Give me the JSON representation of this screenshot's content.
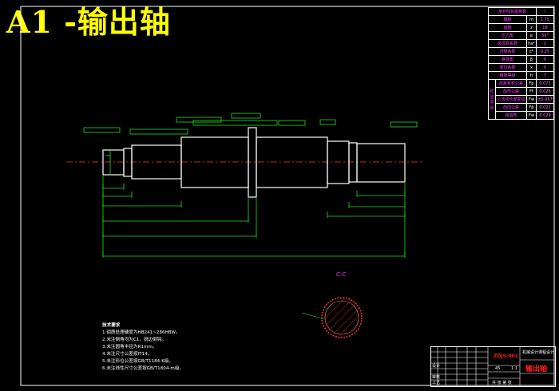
{
  "title": "A1 -输出轴",
  "section_label": "C-C",
  "param_table": {
    "header": [
      "渐开线花键参数",
      "I"
    ],
    "rows": [
      {
        "name": "模数",
        "sym": "m",
        "val": "1.75"
      },
      {
        "name": "齿数",
        "sym": "z",
        "val": "18"
      },
      {
        "name": "压力角",
        "sym": "α",
        "val": "30°"
      },
      {
        "name": "齿顶高系数",
        "sym": "ha*",
        "val": "1"
      },
      {
        "name": "顶隙系数",
        "sym": "c*",
        "val": "0.25"
      },
      {
        "name": "螺旋角",
        "sym": "β",
        "val": "0"
      },
      {
        "name": "变位系数",
        "sym": "x",
        "val": "0"
      },
      {
        "name": "精度等级",
        "sym": "h",
        "val": "7"
      }
    ],
    "group_label": "检验项目",
    "group_rows": [
      {
        "name": "齿距累积公差",
        "sym": "Fp",
        "val": "0.071"
      },
      {
        "name": "齿形公差",
        "sym": "Ff",
        "val": "0.026"
      },
      {
        "name": "公法线长度变动",
        "sym": "Fw",
        "val": "±0.057"
      },
      {
        "name": "齿向公差",
        "sym": "Fβ",
        "val": "0.022"
      },
      {
        "name": "跨齿数",
        "sym": "Fw",
        "val": "0.029"
      }
    ]
  },
  "tech_notes": {
    "heading": "技术要求",
    "items": [
      "1.调质处理硬度为HB241~286HBW。",
      "2.未注倒角均为C1，锐边倒钝。",
      "3.未注圆角半径为R1mm。",
      "4.未注尺寸公差按IT14。",
      "5.未注形位公差按GB/T1184-K级。",
      "6.未注线性尺寸公差按GB/T1804-m级。"
    ]
  },
  "title_block": {
    "school": "机械设计课程设计",
    "drawing_no": "ZDJS-001",
    "part_name": "输出轴",
    "material": "45",
    "scale": "1:1",
    "designer": "设计",
    "checker": "审核",
    "approver": "工艺",
    "sheet": "共 张 第 张"
  },
  "colors": {
    "outline": "#ffffff",
    "dimension": "#22dd22",
    "centerline": "#cc2222",
    "title": "#ffff00",
    "table_text": "#ff33ff"
  }
}
